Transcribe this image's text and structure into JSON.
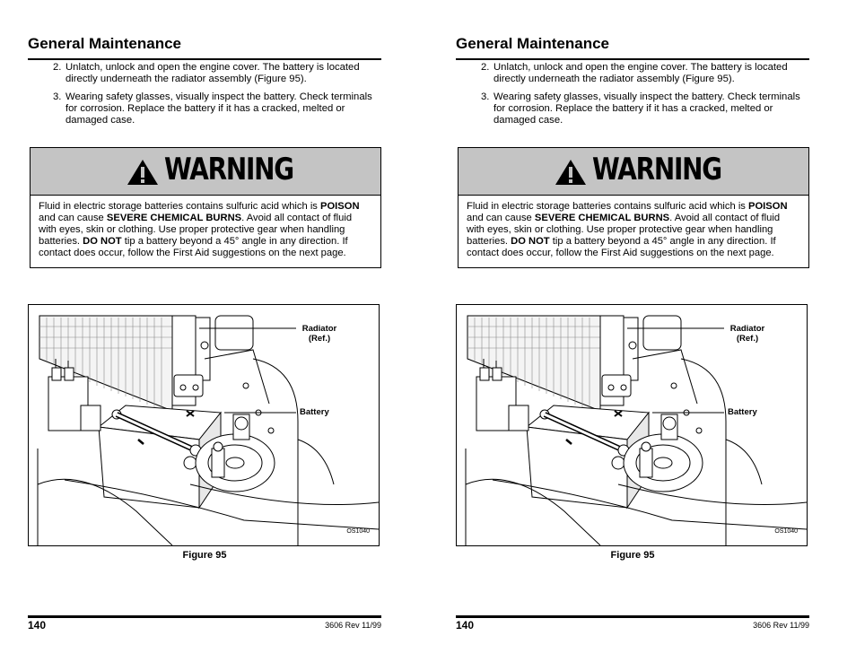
{
  "pages": [
    {
      "section_title": "General Maintenance",
      "steps": [
        {
          "num": "2.",
          "text": "Unlatch, unlock and open the engine cover. The battery is located directly underneath the radiator assembly (Figure 95)."
        },
        {
          "num": "3.",
          "text": "Wearing safety glasses, visually inspect the battery. Check terminals for corrosion. Replace the battery if it has a cracked, melted or damaged case."
        }
      ],
      "warning": {
        "heading": "WARNING",
        "body_1": "Fluid in electric storage batteries contains sulfuric acid which is ",
        "bold_1": "POISON",
        "body_2": " and can cause ",
        "bold_2": "SEVERE CHEMICAL BURNS",
        "body_3": ". Avoid all contact of fluid with eyes, skin or clothing. Use proper protective gear when handling batteries. ",
        "bold_3": "DO NOT",
        "body_4": " tip a battery beyond a 45° angle in any direction. If contact does occur, follow the First Aid suggestions on the next page."
      },
      "figure": {
        "callout_radiator": "Radiator (Ref.)",
        "callout_battery": "Battery",
        "drawing_number": "OS1040",
        "caption": "Figure 95"
      },
      "footer": {
        "page_number": "140",
        "revision": "3606 Rev 11/99"
      }
    },
    {
      "section_title": "General Maintenance",
      "steps": [
        {
          "num": "2.",
          "text": "Unlatch, unlock and open the engine cover. The battery is located directly underneath the radiator assembly (Figure 95)."
        },
        {
          "num": "3.",
          "text": "Wearing safety glasses, visually inspect the battery. Check terminals for corrosion. Replace the battery if it has a cracked, melted or damaged case."
        }
      ],
      "warning": {
        "heading": "WARNING",
        "body_1": "Fluid in electric storage batteries contains sulfuric acid which is ",
        "bold_1": "POISON",
        "body_2": " and can cause ",
        "bold_2": "SEVERE CHEMICAL BURNS",
        "body_3": ". Avoid all contact of fluid with eyes, skin or clothing. Use proper protective gear when handling batteries. ",
        "bold_3": "DO NOT",
        "body_4": " tip a battery beyond a 45° angle in any direction. If contact does occur, follow the First Aid suggestions on the next page."
      },
      "figure": {
        "callout_radiator": "Radiator (Ref.)",
        "callout_battery": "Battery",
        "drawing_number": "OS1040",
        "caption": "Figure 95"
      },
      "footer": {
        "page_number": "140",
        "revision": "3606 Rev 11/99"
      }
    }
  ],
  "colors": {
    "warning_header_bg": "#c4c4c4",
    "text": "#000000"
  },
  "icons": [
    "warning-triangle-icon"
  ]
}
